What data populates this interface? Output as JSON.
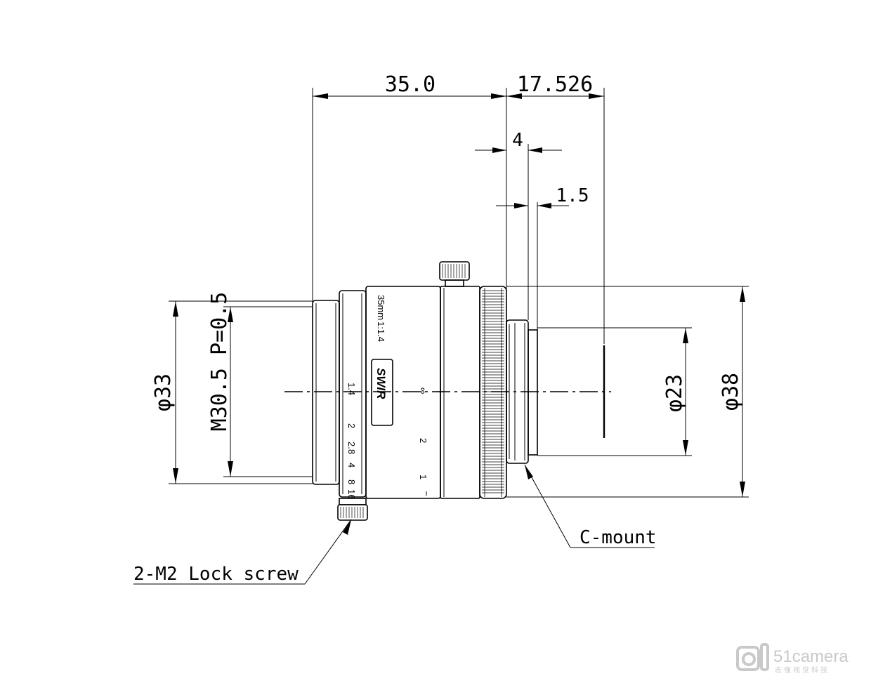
{
  "dimensions": {
    "length": "35.0",
    "flange": "17.526",
    "mount_depth": "4",
    "mount_step": "1.5",
    "diameter_33": "φ33",
    "filter_thread": "M30.5 P=0.5",
    "diameter_23": "φ23",
    "diameter_38": "φ38"
  },
  "callouts": {
    "lock_screw": "2-M2 Lock screw",
    "mount": "C-mount"
  },
  "lens_markings": {
    "focal": "35mm",
    "aperture_ratio": "1:1.4",
    "badge": "SWIR",
    "f_stops": [
      "1.4",
      "2",
      "2.8",
      "4",
      "8",
      "16"
    ],
    "focus_scale": [
      "∞",
      "2",
      "1"
    ]
  },
  "watermark": {
    "brand": "51camera",
    "tagline": "志强视觉科技"
  }
}
